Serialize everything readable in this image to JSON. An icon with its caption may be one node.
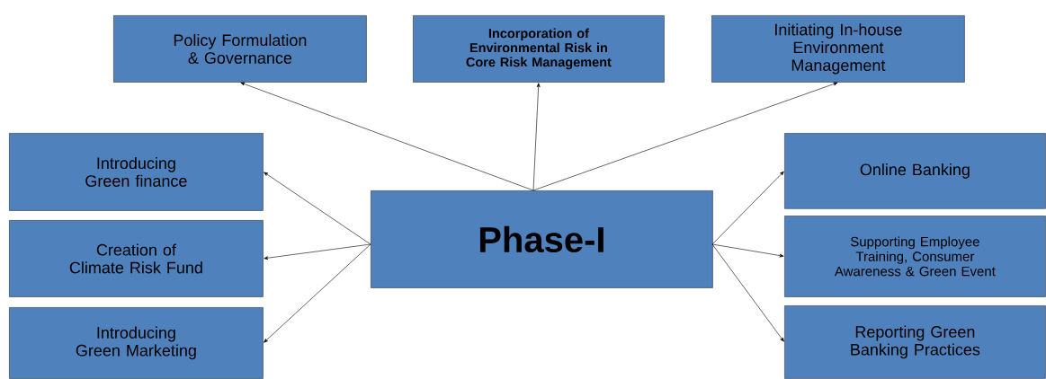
{
  "diagram": {
    "nodes": [
      {
        "text": [
          "Phase-I"
        ]
      },
      {
        "text": [
          "Policy Formulation & Governance"
        ]
      },
      {
        "text": [
          "Incorporation of Environmental Risk in Core Risk Management"
        ]
      },
      {
        "text": [
          "Initiating In-house Environment Management"
        ]
      },
      {
        "text": [
          "Introducing Green finance"
        ]
      },
      {
        "text": [
          "Creation of Climate Risk Fund"
        ]
      },
      {
        "text": [
          "Introducing Green Marketing"
        ]
      },
      {
        "text": [
          "Online Banking"
        ]
      },
      {
        "text": [
          "Supporting Employee Training, Consumer Awareness & Green Event"
        ]
      },
      {
        "text": [
          "Reporting Green Banking Practices"
        ]
      }
    ],
    "edges": [
      {
        "from": 0,
        "to": 1,
        "arrow": "to"
      },
      {
        "from": 0,
        "to": 2,
        "arrow": "to"
      },
      {
        "from": 0,
        "to": 3,
        "arrow": "to"
      },
      {
        "from": 0,
        "to": 4,
        "arrow": "to"
      },
      {
        "from": 0,
        "to": 5,
        "arrow": "to"
      },
      {
        "from": 0,
        "to": 6,
        "arrow": "to"
      },
      {
        "from": 0,
        "to": 7,
        "arrow": "to"
      },
      {
        "from": 0,
        "to": 8,
        "arrow": "to"
      },
      {
        "from": 0,
        "to": 9,
        "arrow": "to"
      }
    ]
  }
}
